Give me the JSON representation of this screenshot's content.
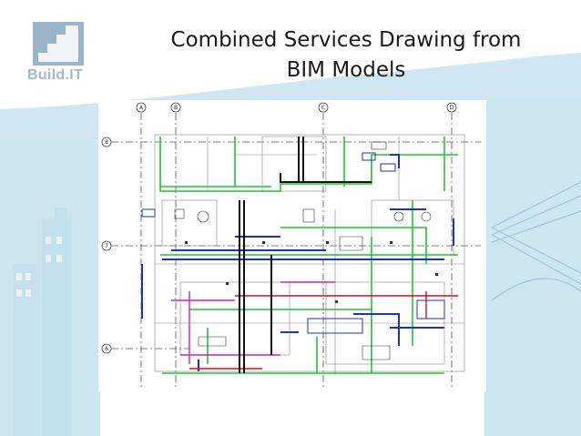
{
  "slide": {
    "title_line1": "Combined Services Drawing from",
    "title_line2": "BIM Models"
  },
  "logo": {
    "text": "Build.IT",
    "icon": "stairs-logo-icon"
  },
  "drawing": {
    "icon": "bim-combined-services-plan",
    "grid_columns": [
      "A",
      "B",
      "C",
      "D"
    ],
    "grid_rows": [
      "8",
      "7",
      "6"
    ]
  },
  "colors": {
    "sky_band": "#b8d8ec",
    "building": "#cde7f1",
    "logo": "#a5b9c6",
    "duct_green": "#21c432",
    "duct_blue": "#1b2fd6",
    "duct_magenta": "#e0208a",
    "duct_red": "#c8102e",
    "linework": "#222222"
  }
}
